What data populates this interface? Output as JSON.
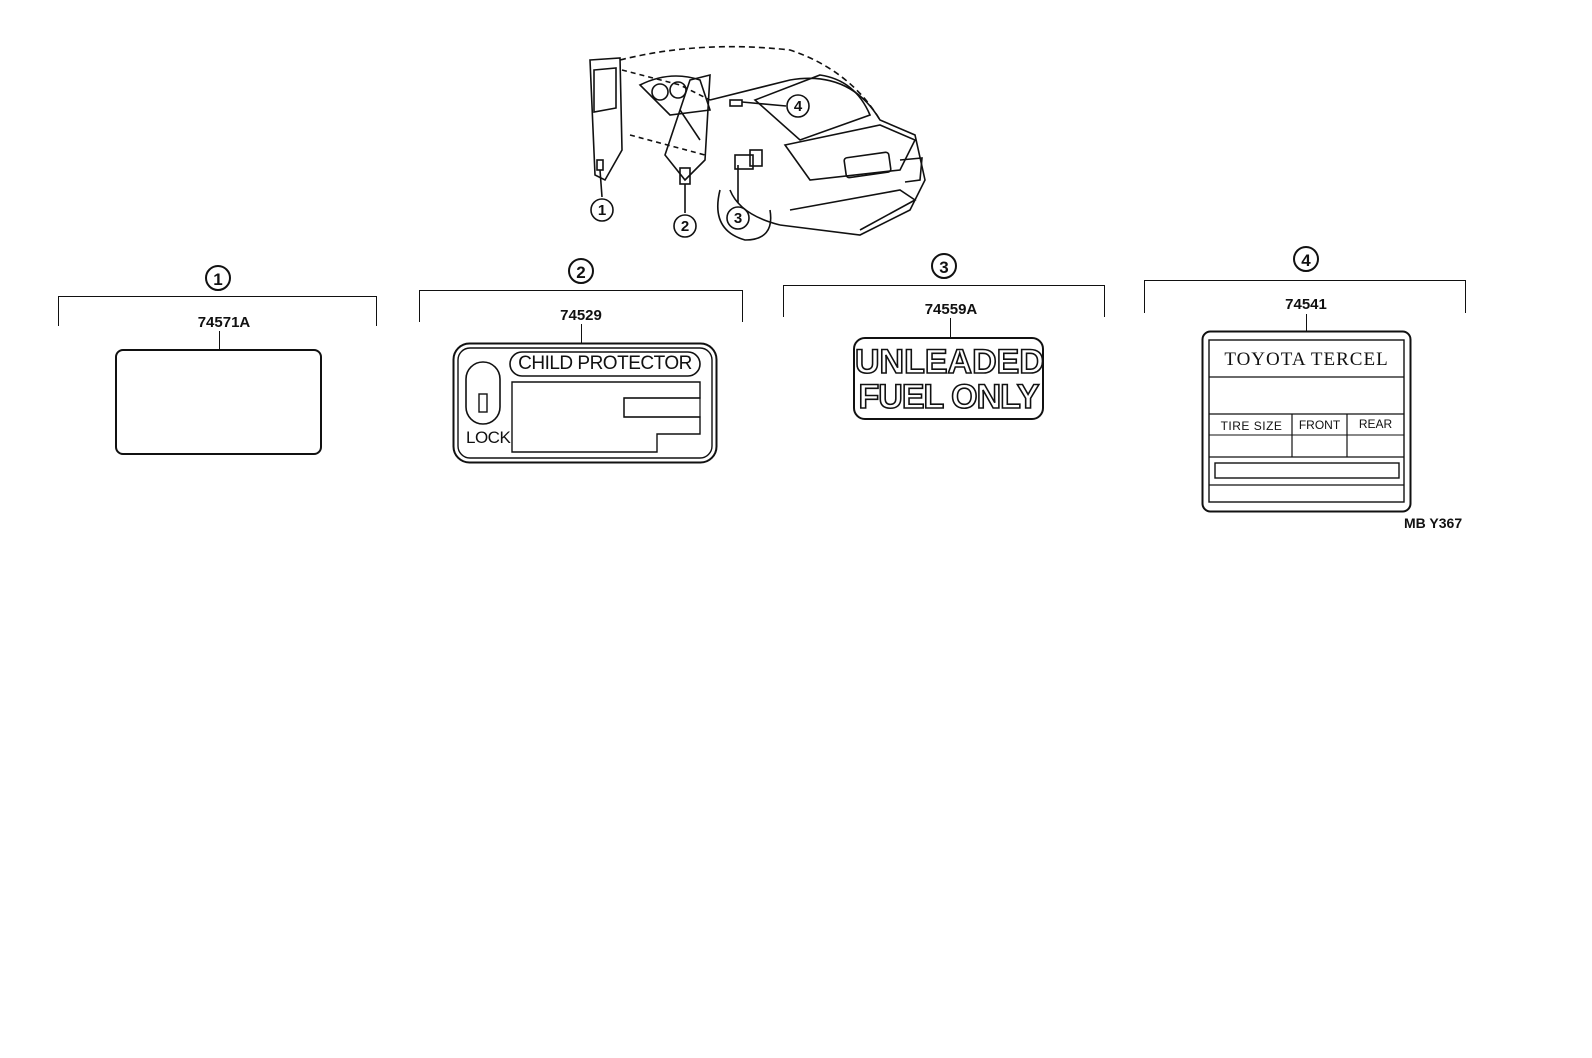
{
  "callouts": [
    {
      "number": "1",
      "part_no": "74571A"
    },
    {
      "number": "2",
      "part_no": "74529"
    },
    {
      "number": "3",
      "part_no": "74559A"
    },
    {
      "number": "4",
      "part_no": "74541"
    }
  ],
  "car_callouts": [
    "1",
    "2",
    "3",
    "4"
  ],
  "label2": {
    "title": "CHILD PROTECTOR",
    "lock": "LOCK"
  },
  "label3": {
    "line1": "UNLEADED",
    "line2": "FUEL ONLY"
  },
  "label4": {
    "title": "TOYOTA TERCEL",
    "col1": "TIRE SIZE",
    "col2": "FRONT",
    "col3": "REAR"
  },
  "illustration_code": "MB Y367"
}
